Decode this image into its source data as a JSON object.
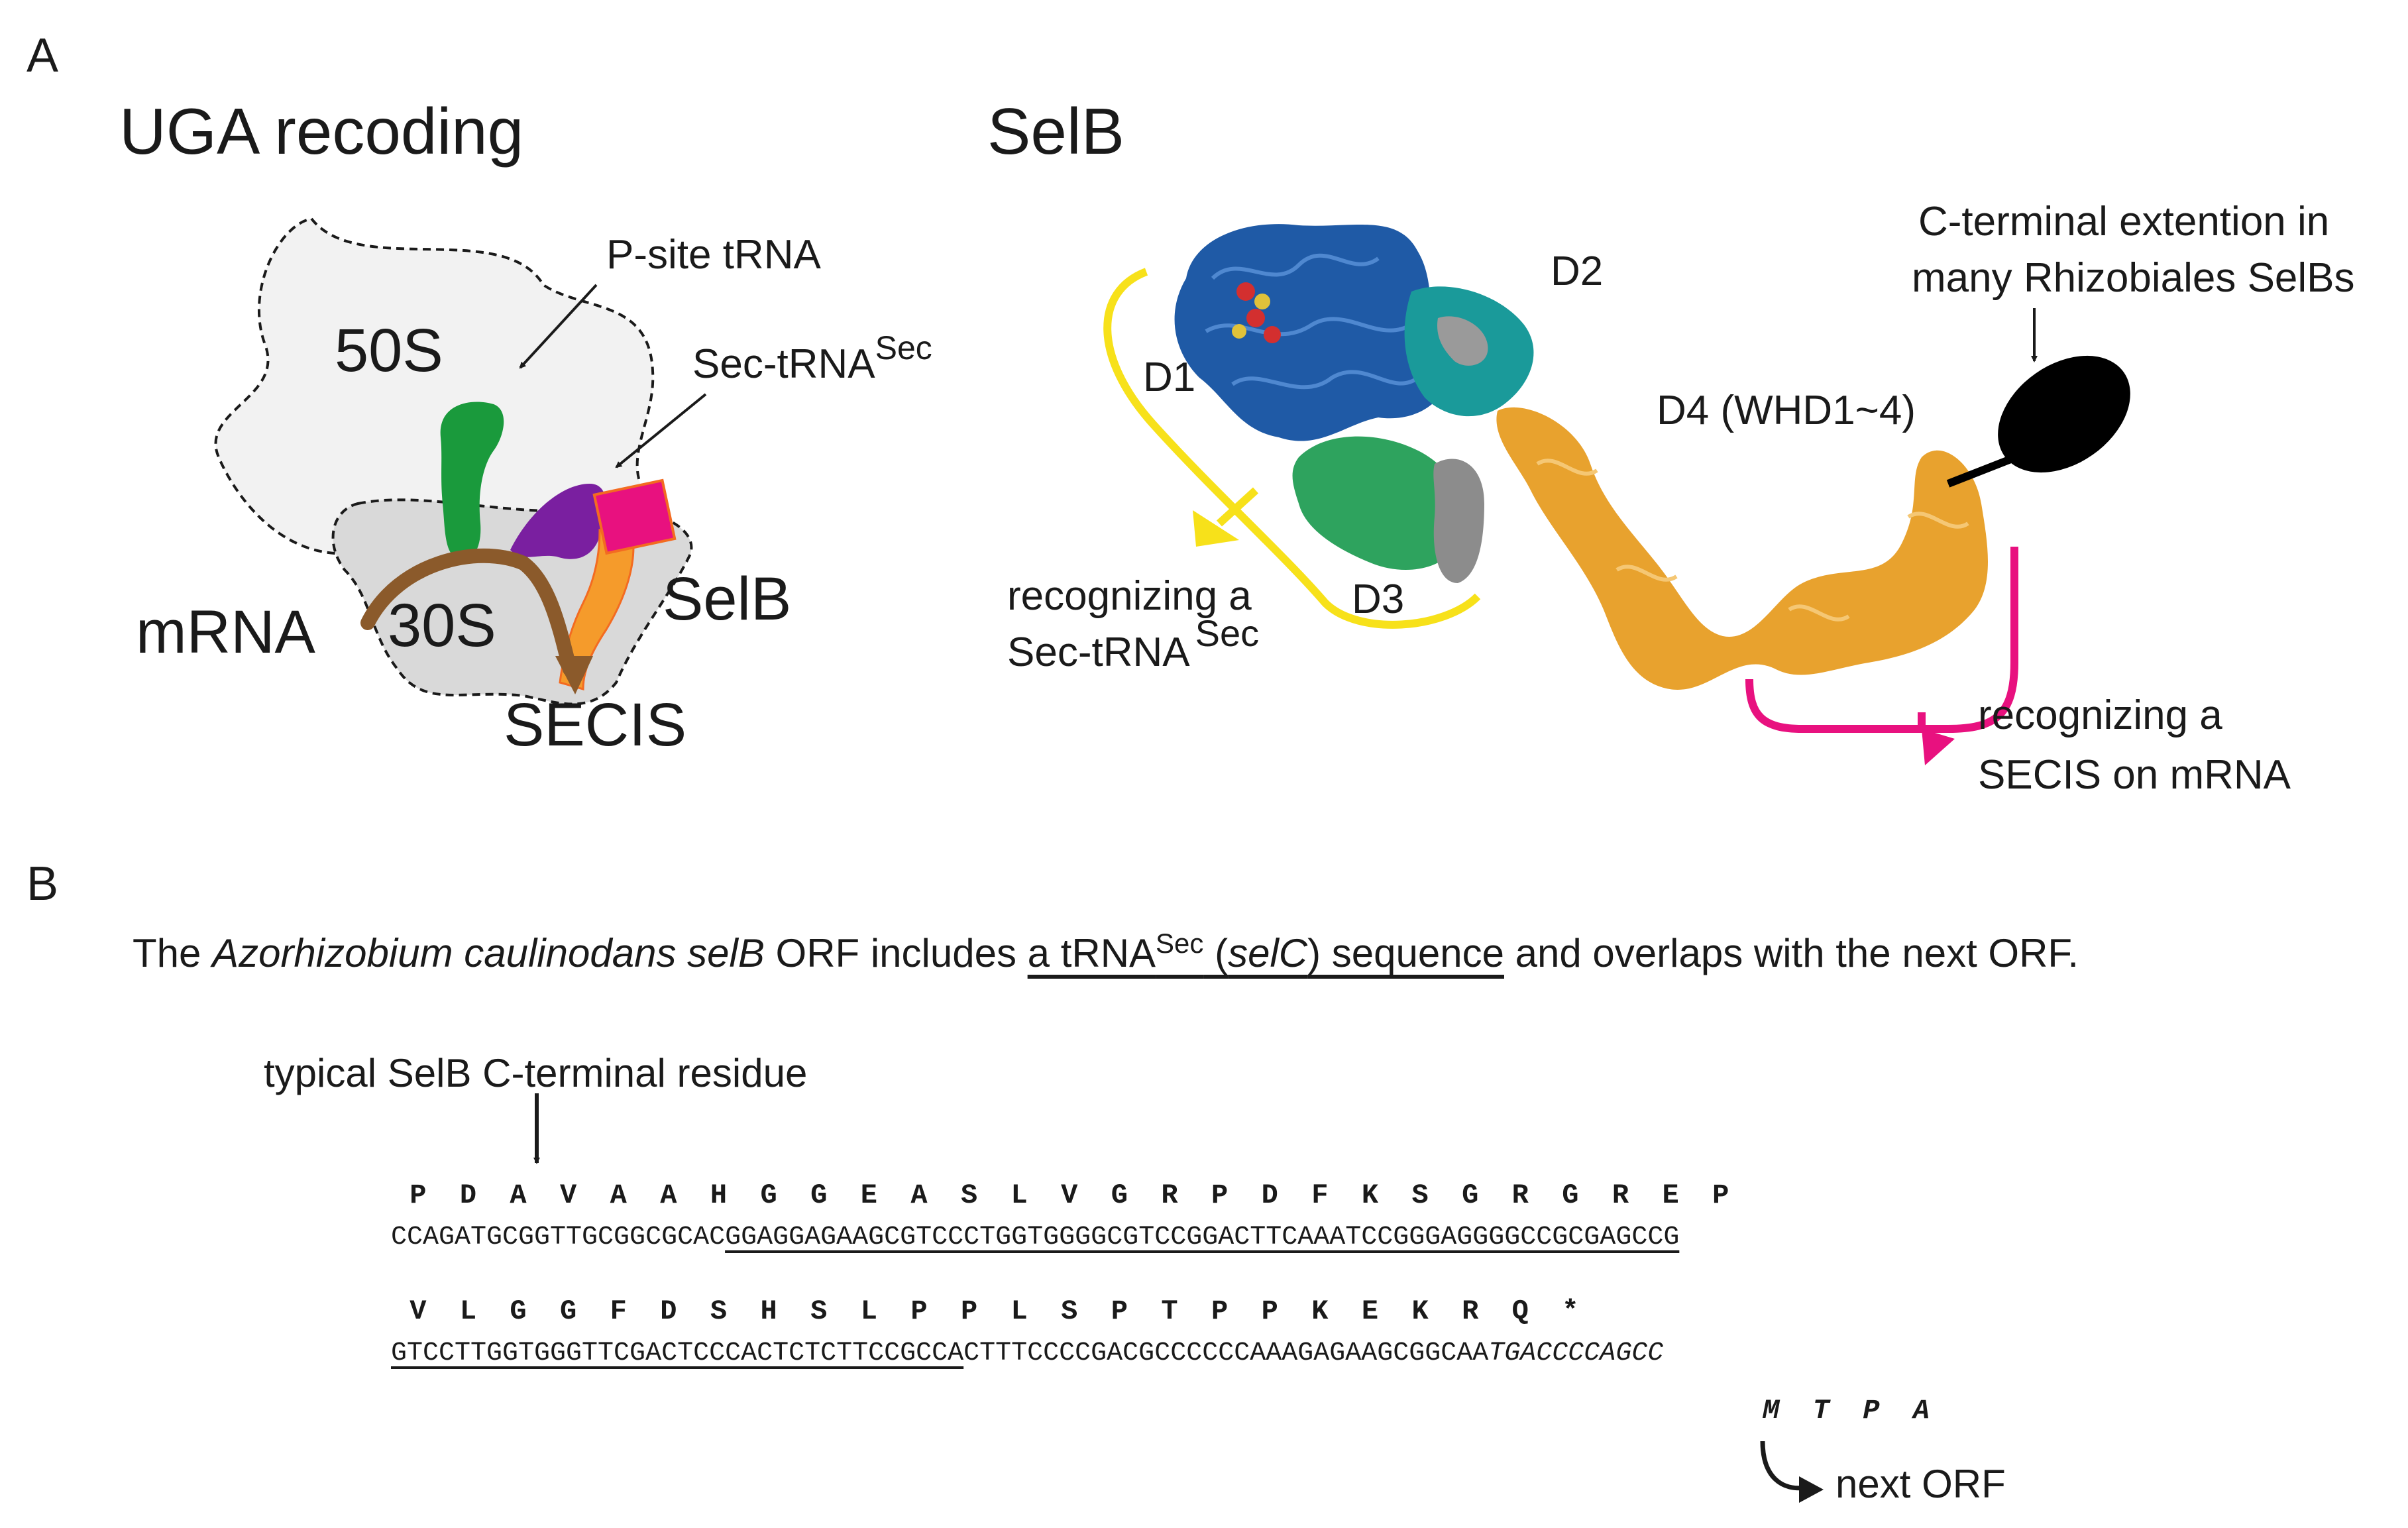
{
  "panel_a": {
    "letter": "A",
    "left_title": "UGA recoding",
    "right_title": "SelB",
    "ribosome": {
      "large_subunit": "50S",
      "small_subunit": "30S",
      "p_site_label": "P-site tRNA",
      "sec_trna_label": "Sec-tRNA",
      "sec_trna_sup": "Sec",
      "selb_label": "SelB",
      "mrna_label": "mRNA",
      "secis_label": "SECIS"
    },
    "structure": {
      "d1": "D1",
      "d2": "D2",
      "d3": "D3",
      "d4": "D4 (WHD1~4)",
      "cterm_line1": "C-terminal extention in",
      "cterm_line2": "many Rhizobiales SelBs",
      "recog_trna_line1": "recognizing a",
      "recog_trna_line2": "Sec-tRNA",
      "recog_trna_sup": "Sec",
      "recog_secis_line1": "recognizing a",
      "recog_secis_line2": "SECIS on mRNA"
    },
    "colors": {
      "p_site_trna": "#1a9a3c",
      "sec_trna": "#7a1fa0",
      "selb": "#f59b2b",
      "selb_text": "#f36b21",
      "selb_tip": "#e8117f",
      "mrna": "#8b5a2b",
      "d1": "#1f5aa6",
      "d2": "#1a9a9a",
      "d3": "#2ea35e",
      "d4": "#e8a22e",
      "yellow_bracket": "#f7e11a",
      "magenta_bracket": "#e8117f"
    }
  },
  "panel_b": {
    "letter": "B",
    "desc": {
      "pre": "The ",
      "species": "Azorhizobium caulinodans",
      "gene": "selB",
      "mid": " ORF includes ",
      "ul_pre": "a tRNA",
      "ul_sup": "Sec",
      "ul_open": " (",
      "ul_gene": "selC",
      "ul_close": ") sequence",
      "post": " and overlaps with the next ORF."
    },
    "note": "typical SelB C-terminal residue",
    "row1_aa": " P  D  A  V  A  A  H  G  G  E  A  S  L  V  G  R  P  D  F  K  S  G  R  G  R  E  P",
    "row1_nt_plain": "CCAGATGCGGTTGCGGCGCAC",
    "row1_nt_ul": "GGAGGAGAAGCGTCCCTGGTGGGGCGTCCGGACTTCAAATCCGGGAGGGGCCGCGAGCCG",
    "row2_aa": " V  L  G  G  F  D  S  H  S  L  P  P  L  S  P  T  P  P  K  E  K  R  Q  *",
    "row2_nt_ul": "GTCCTTGGTGGGTTCGACTCCCACTCTCTTCCGCCA",
    "row2_nt_plain": "CTTTCCCCGACGCCCCCCAAAGAGAAGCGGCAA",
    "row2_nt_italic": "TGACCCCAGCC",
    "next_orf_aa": "M  T  P  A",
    "next_orf": "next ORF"
  }
}
